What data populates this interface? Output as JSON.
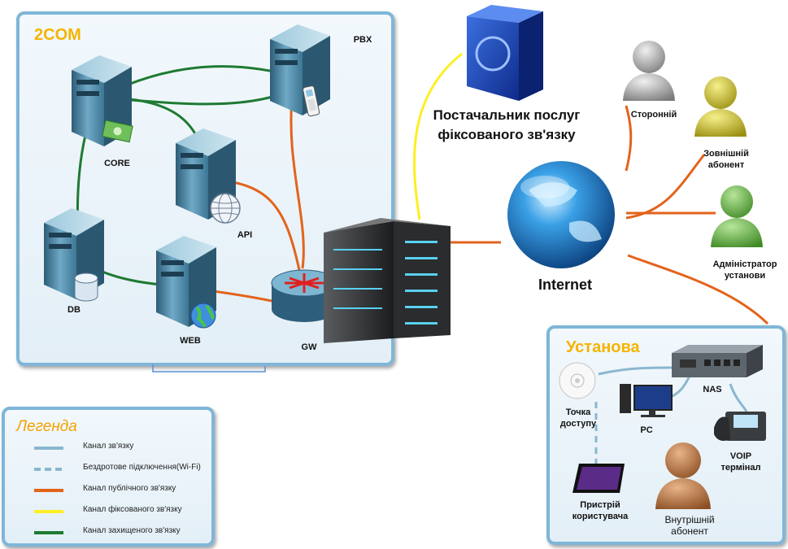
{
  "system_panel": {
    "title": "2COM"
  },
  "org_panel": {
    "title": "Установа"
  },
  "legend": {
    "title": "Легенда",
    "items": [
      {
        "label": "Канал зв'язку",
        "color": "#8ab7cf",
        "style": "solid"
      },
      {
        "label": "Бездротове підключення(Wi-Fi)",
        "color": "#8ab7cf",
        "style": "dashed"
      },
      {
        "label": "Канал публічного зв'язку",
        "color": "#e3631b",
        "style": "solid"
      },
      {
        "label": "Канал фіксованого зв'язку",
        "color": "#ffee22",
        "style": "solid"
      },
      {
        "label": "Канал захищеного зв'язку",
        "color": "#1e7a32",
        "style": "solid"
      }
    ]
  },
  "nodes": {
    "pbx": "PBX",
    "core": "CORE",
    "api": "API",
    "db": "DB",
    "web": "WEB",
    "gw": "GW",
    "provider": "Постачальник послуг фіксованого зв'язку",
    "internet": "Internet",
    "outsider": "Сторонній",
    "external_subscriber": "Зовнішній абонент",
    "admin": "Адміністратор установи",
    "nas": "NAS",
    "access_point": "Точка доступу",
    "pc": "PC",
    "voip": "VOIP термінал",
    "user_device": "Пристрій користувача",
    "internal_subscriber": "Внутрішній абонент"
  },
  "colors": {
    "public": "#e3631b",
    "fixed": "#ffee22",
    "secure": "#1e7a32",
    "link": "#8ab7cf",
    "panel_border": "#7fb6d8",
    "title": "#f4b400"
  }
}
